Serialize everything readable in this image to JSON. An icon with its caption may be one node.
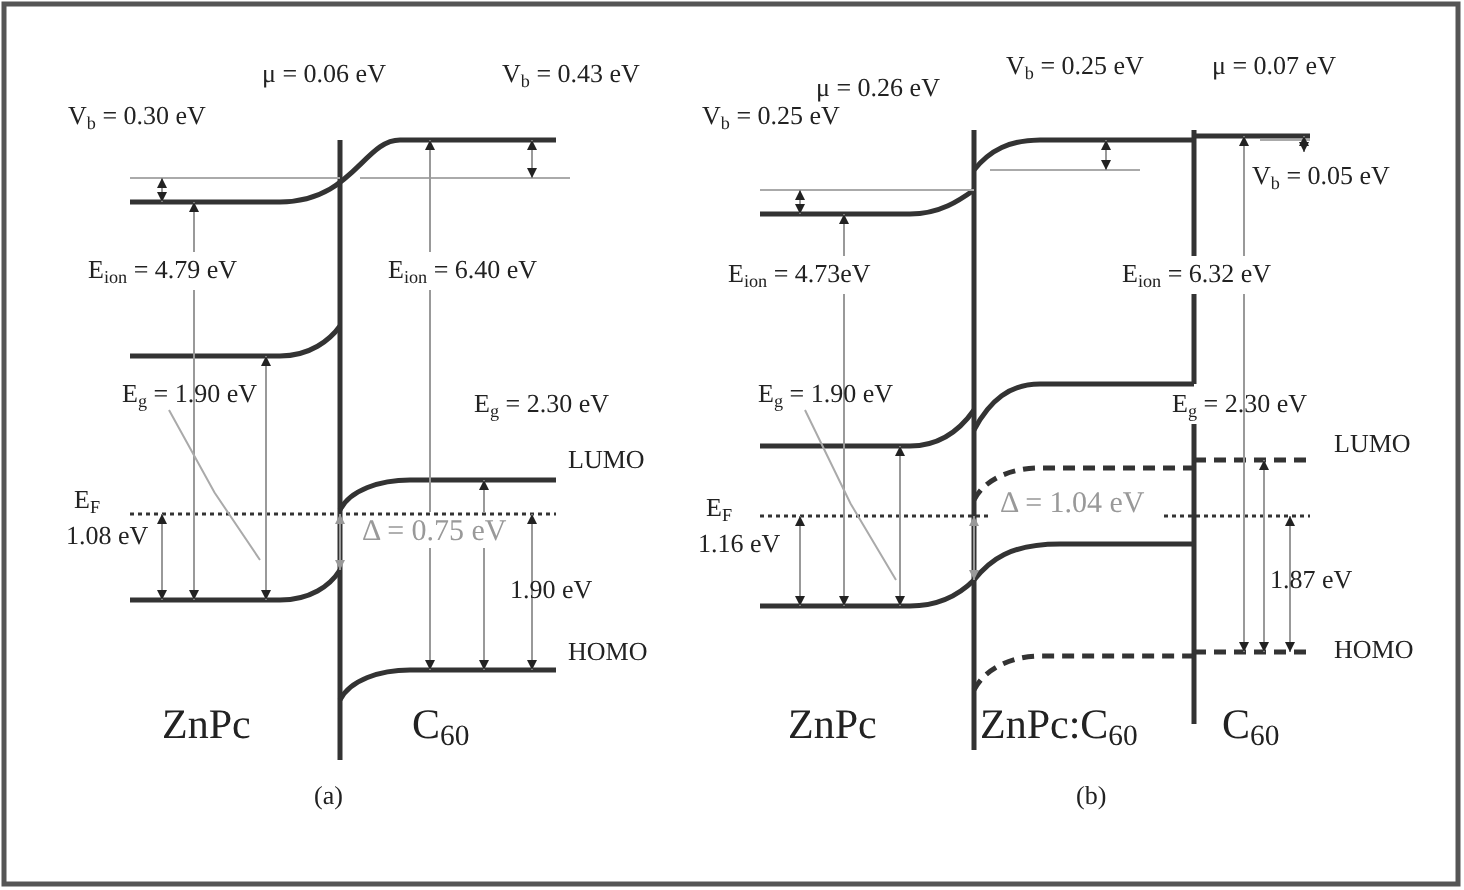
{
  "diagram": {
    "nodes": [
      {
        "text": [
          "E$_{g}$ = 1.90 eV"
        ]
      },
      {
        "text": [
          "E$_{g}$ = 1.90 eV"
        ]
      }
    ],
    "edges": [
      {
        "from": 0,
        "to": null,
        "arrow": "none"
      },
      {
        "from": 1,
        "to": null,
        "arrow": "none"
      }
    ],
    "labels": [
      "V$_{b}$ = 0.30 eV",
      "μ = 0.06 eV",
      "V$_{b}$ = 0.43 eV",
      "E$_{ion}$ = 4.79 eV",
      "E$_{ion}$ = 6.40 eV",
      "E$_{g}$ = 2.30 eV",
      "LUMO",
      "E$_{F}$",
      "1.08 eV",
      "Δ = 0.75 eV",
      "1.90 eV",
      "HOMO",
      "ZnPc",
      "C$_{60}$",
      "(a)",
      "V$_{b}$ = 0.25 eV",
      "μ = 0.26 eV",
      "V$_{b}$ = 0.25 eV",
      "μ = 0.07 eV",
      "V$_{b}$ = 0.05 eV",
      "E$_{ion}$ = 4.73eV",
      "E$_{ion}$ = 6.32 eV",
      "E$_{g}$ = 2.30 eV",
      "LUMO",
      "E$_{F}$",
      "1.16 eV",
      "Δ = 1.04 eV",
      "1.87 eV",
      "HOMO",
      "ZnPc",
      "ZnPc:C$_{60}$",
      "C$_{60}$",
      "(b)"
    ]
  }
}
